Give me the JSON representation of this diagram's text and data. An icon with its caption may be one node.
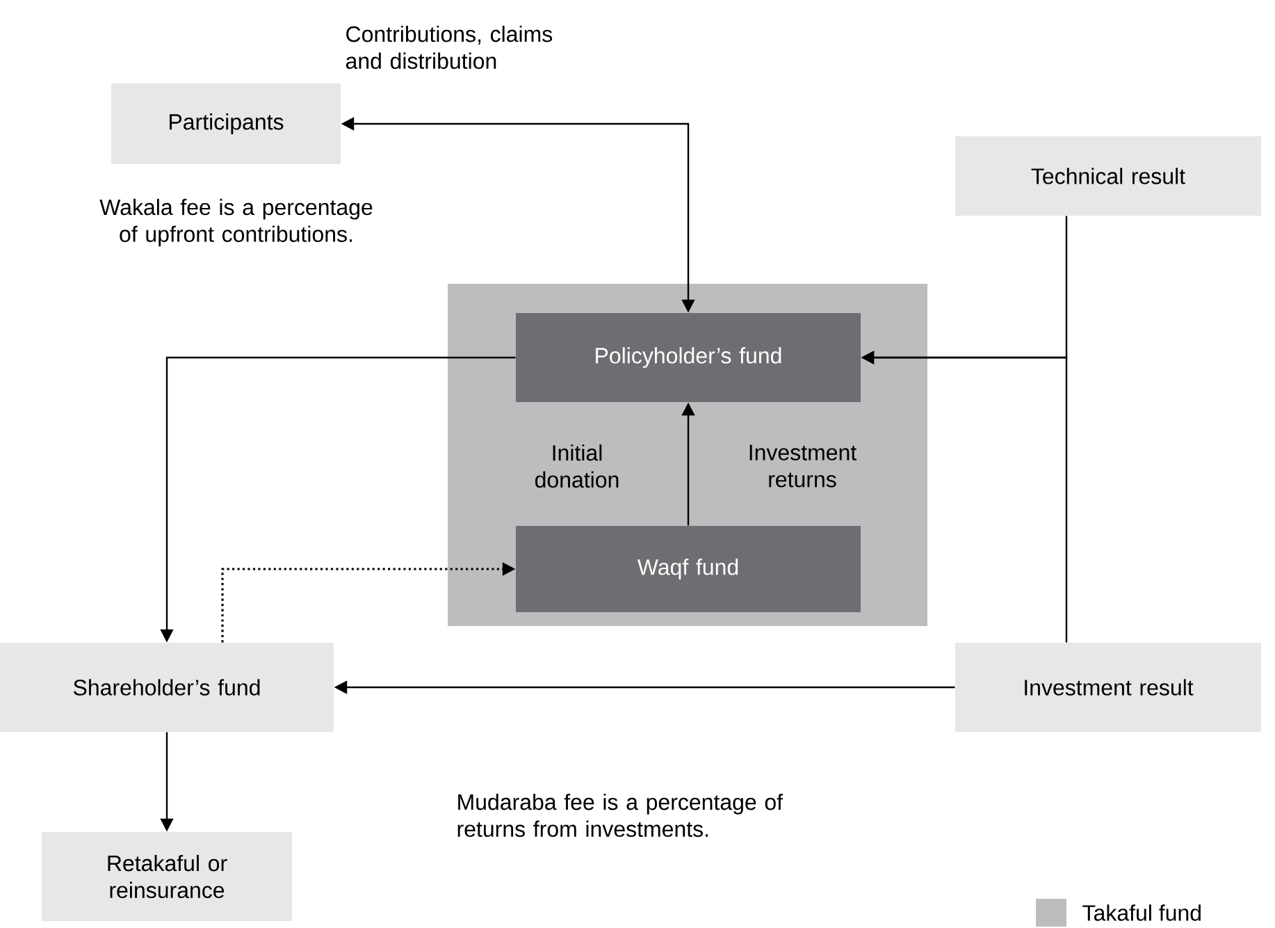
{
  "diagram": {
    "nodes": [
      {
        "text": [
          "Participants"
        ]
      },
      {
        "text": [
          "Technical result"
        ]
      },
      {
        "text": [],
        "shape": "box"
      },
      {
        "text": [
          "Policyholder’s fund"
        ],
        "in": 2
      },
      {
        "text": [
          "Waqf fund"
        ],
        "in": 2
      },
      {
        "text": [
          "Shareholder’s fund"
        ]
      },
      {
        "text": [
          "Investment result"
        ]
      },
      {
        "text": [
          "Retakaful or reinsurance"
        ]
      }
    ],
    "edges": [
      {
        "from": 0,
        "to": 3,
        "arrow": "both"
      },
      {
        "from": 3,
        "to": 5,
        "arrow": "to"
      },
      {
        "from": 1,
        "to": 3,
        "arrow": "to"
      },
      {
        "from": 6,
        "to": 3,
        "arrow": "to"
      },
      {
        "from": 6,
        "to": 5,
        "arrow": "to"
      },
      {
        "from": 4,
        "to": 3,
        "arrow": "to"
      },
      {
        "from": 5,
        "to": 4,
        "arrow": "to",
        "style": "dashed"
      },
      {
        "from": 5,
        "to": 7,
        "arrow": "to"
      }
    ],
    "labels": [
      "Contributions, claims and distribution",
      "Wakala fee is a percentage of upfront contributions.",
      "Initial donation",
      "Investment returns",
      "Mudaraba fee is a percentage of returns from investments."
    ],
    "legend": [
      {
        "text": "Takaful fund",
        "color": "#bcbdbf"
      }
    ]
  }
}
